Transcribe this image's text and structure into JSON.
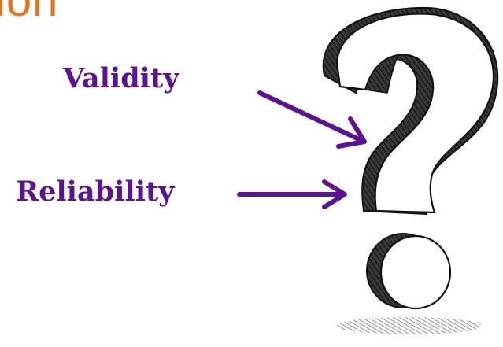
{
  "slide": {
    "title_fragment": "ion",
    "labels": {
      "validity": "Validity",
      "reliability": "Reliability"
    },
    "icons": {
      "graphic": "question-mark-icon",
      "pointer": "arrow-icon"
    }
  },
  "colors": {
    "title": "#e8731f",
    "label": "#5d1294",
    "arrow": "#5d1294",
    "ink": "#1a1a1a",
    "shadow": "#555555",
    "background": "#ffffff"
  }
}
